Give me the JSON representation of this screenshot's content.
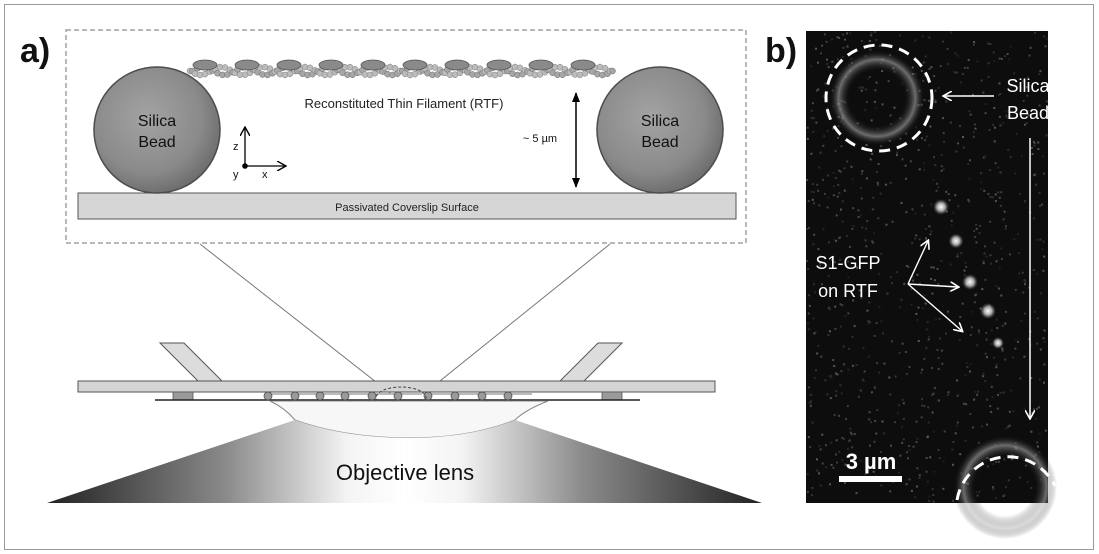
{
  "panel_a": {
    "label": "a)",
    "inset": {
      "bead_left_line1": "Silica",
      "bead_left_line2": "Bead",
      "bead_right_line1": "Silica",
      "bead_right_line2": "Bead",
      "filament_label": "Reconstituted Thin Filament (RTF)",
      "height_label": "~ 5 µm",
      "surface_label": "Passivated Coverslip Surface",
      "axis_z": "z",
      "axis_y": "y",
      "axis_x": "x"
    },
    "objective_label": "Objective lens"
  },
  "panel_b": {
    "label": "b)",
    "bead_label_line1": "Silica",
    "bead_label_line2": "Bead",
    "gfp_label_line1": "S1-GFP",
    "gfp_label_line2": "on RTF",
    "scale_bar_label": "3 µm"
  },
  "colors": {
    "bead": "#8c8c8c",
    "surface": "#d6d6d6",
    "inset_border": "#a0a0a0",
    "micrograph_bg": "#0d0d0d"
  }
}
